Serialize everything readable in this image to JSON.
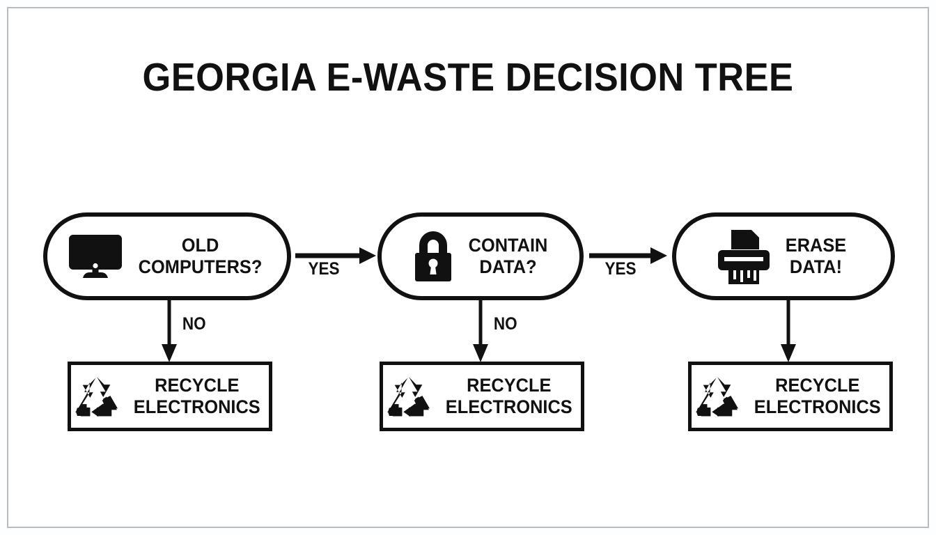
{
  "title": "GEORGIA E-WASTE DECISION TREE",
  "colors": {
    "ink": "#111111",
    "background": "#ffffff",
    "frame": "#b9bcc0"
  },
  "nodes": [
    {
      "id": "old-computers",
      "icon": "monitor-icon",
      "line1": "OLD",
      "line2": "COMPUTERS?"
    },
    {
      "id": "contain-data",
      "icon": "lock-icon",
      "line1": "CONTAIN",
      "line2": "DATA?"
    },
    {
      "id": "erase-data",
      "icon": "shredder-icon",
      "line1": "ERASE",
      "line2": "DATA!"
    }
  ],
  "outcomes": [
    {
      "id": "recycle-1",
      "icon": "recycle-icon",
      "line1": "RECYCLE",
      "line2": "ELECTRONICS"
    },
    {
      "id": "recycle-2",
      "icon": "recycle-icon",
      "line1": "RECYCLE",
      "line2": "ELECTRONICS"
    },
    {
      "id": "recycle-3",
      "icon": "recycle-icon",
      "line1": "RECYCLE",
      "line2": "ELECTRONICS"
    }
  ],
  "edges": {
    "yes_1": "YES",
    "yes_2": "YES",
    "no_1": "NO",
    "no_2": "NO"
  }
}
